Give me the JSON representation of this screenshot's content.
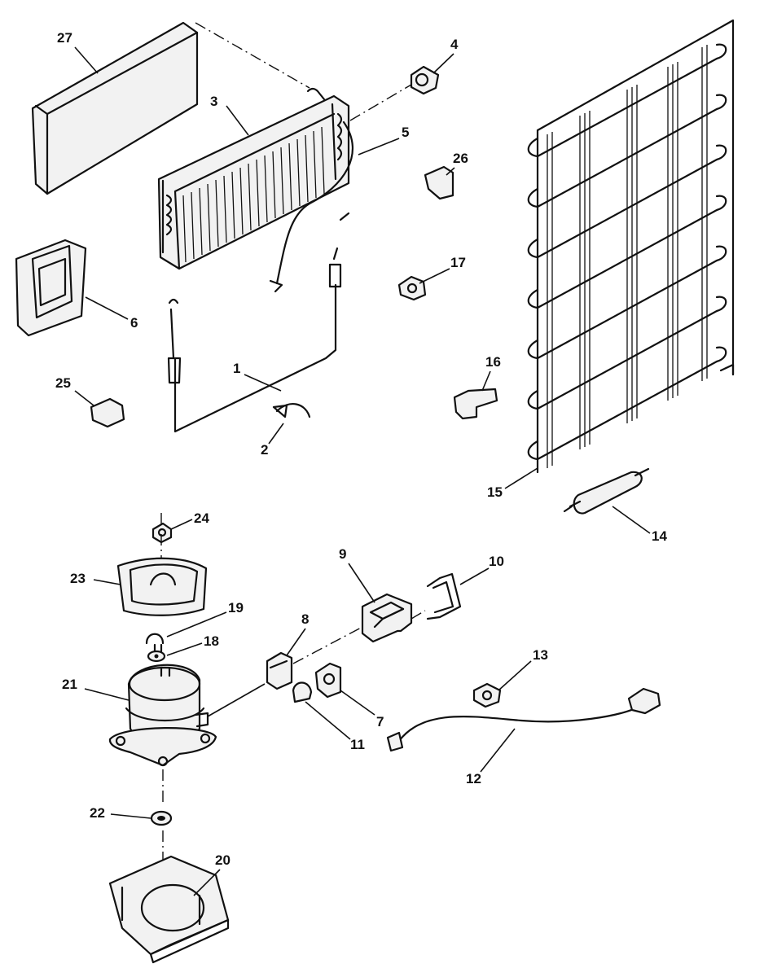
{
  "diagram": {
    "callouts": [
      "1",
      "2",
      "3",
      "4",
      "5",
      "6",
      "7",
      "8",
      "9",
      "10",
      "11",
      "12",
      "13",
      "14",
      "15",
      "16",
      "17",
      "18",
      "19",
      "20",
      "21",
      "22",
      "23",
      "24",
      "25",
      "26",
      "27"
    ]
  },
  "colors": {
    "ink": "#111111",
    "paper": "#ffffff"
  }
}
